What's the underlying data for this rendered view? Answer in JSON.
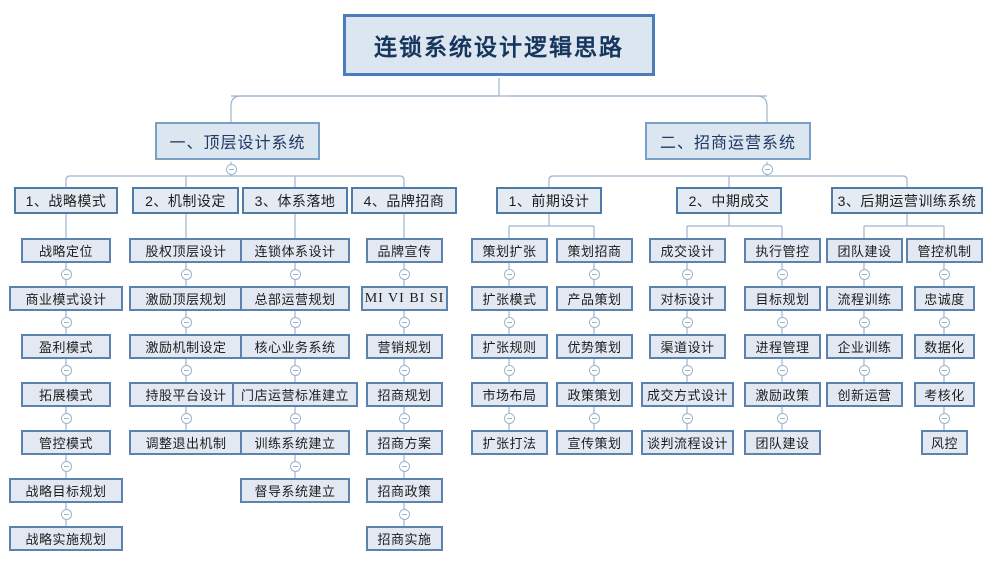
{
  "diagram": {
    "title": "连锁系统设计逻辑思路",
    "type": "tree-mindmap",
    "colors": {
      "root_fill": "#dce6f1",
      "root_border": "#4a7ebb",
      "node_fill": "#e2e9f2",
      "node_border": "#5c83ad",
      "connector": "#9db4cd",
      "canvas": "#ffffff",
      "root_text": "#17365d"
    },
    "branches": [
      {
        "label": "一、顶层设计系统",
        "groups": [
          {
            "label": "1、战略模式",
            "items": [
              "战略定位",
              "商业模式设计",
              "盈利模式",
              "拓展模式",
              "管控模式",
              "战略目标规划",
              "战略实施规划"
            ]
          },
          {
            "label": "2、机制设定",
            "items": [
              "股权顶层设计",
              "激励顶层规划",
              "激励机制设定",
              "持股平台设计",
              "调整退出机制"
            ]
          },
          {
            "label": "3、体系落地",
            "items": [
              "连锁体系设计",
              "总部运营规划",
              "核心业务系统",
              "门店运营标准建立",
              "训练系统建立",
              "督导系统建立"
            ]
          },
          {
            "label": "4、品牌招商",
            "items": [
              "品牌宣传",
              "MI VI BI SI",
              "营销规划",
              "招商规划",
              "招商方案",
              "招商政策",
              "招商实施"
            ]
          }
        ]
      },
      {
        "label": "二、招商运营系统",
        "groups": [
          {
            "label": "1、前期设计",
            "columns": [
              {
                "items": [
                  "策划扩张",
                  "扩张模式",
                  "扩张规则",
                  "市场布局",
                  "扩张打法"
                ]
              },
              {
                "items": [
                  "策划招商",
                  "产品策划",
                  "优势策划",
                  "政策策划",
                  "宣传策划"
                ]
              }
            ]
          },
          {
            "label": "2、中期成交",
            "columns": [
              {
                "items": [
                  "成交设计",
                  "对标设计",
                  "渠道设计",
                  "成交方式设计",
                  "谈判流程设计"
                ]
              },
              {
                "items": [
                  "执行管控",
                  "目标规划",
                  "进程管理",
                  "激励政策",
                  "团队建设"
                ]
              }
            ]
          },
          {
            "label": "3、后期运营训练系统",
            "columns": [
              {
                "items": [
                  "团队建设",
                  "流程训练",
                  "企业训练",
                  "创新运营"
                ]
              },
              {
                "items": [
                  "管控机制",
                  "忠诚度",
                  "数据化",
                  "考核化",
                  "风控"
                ]
              }
            ]
          }
        ]
      }
    ]
  }
}
